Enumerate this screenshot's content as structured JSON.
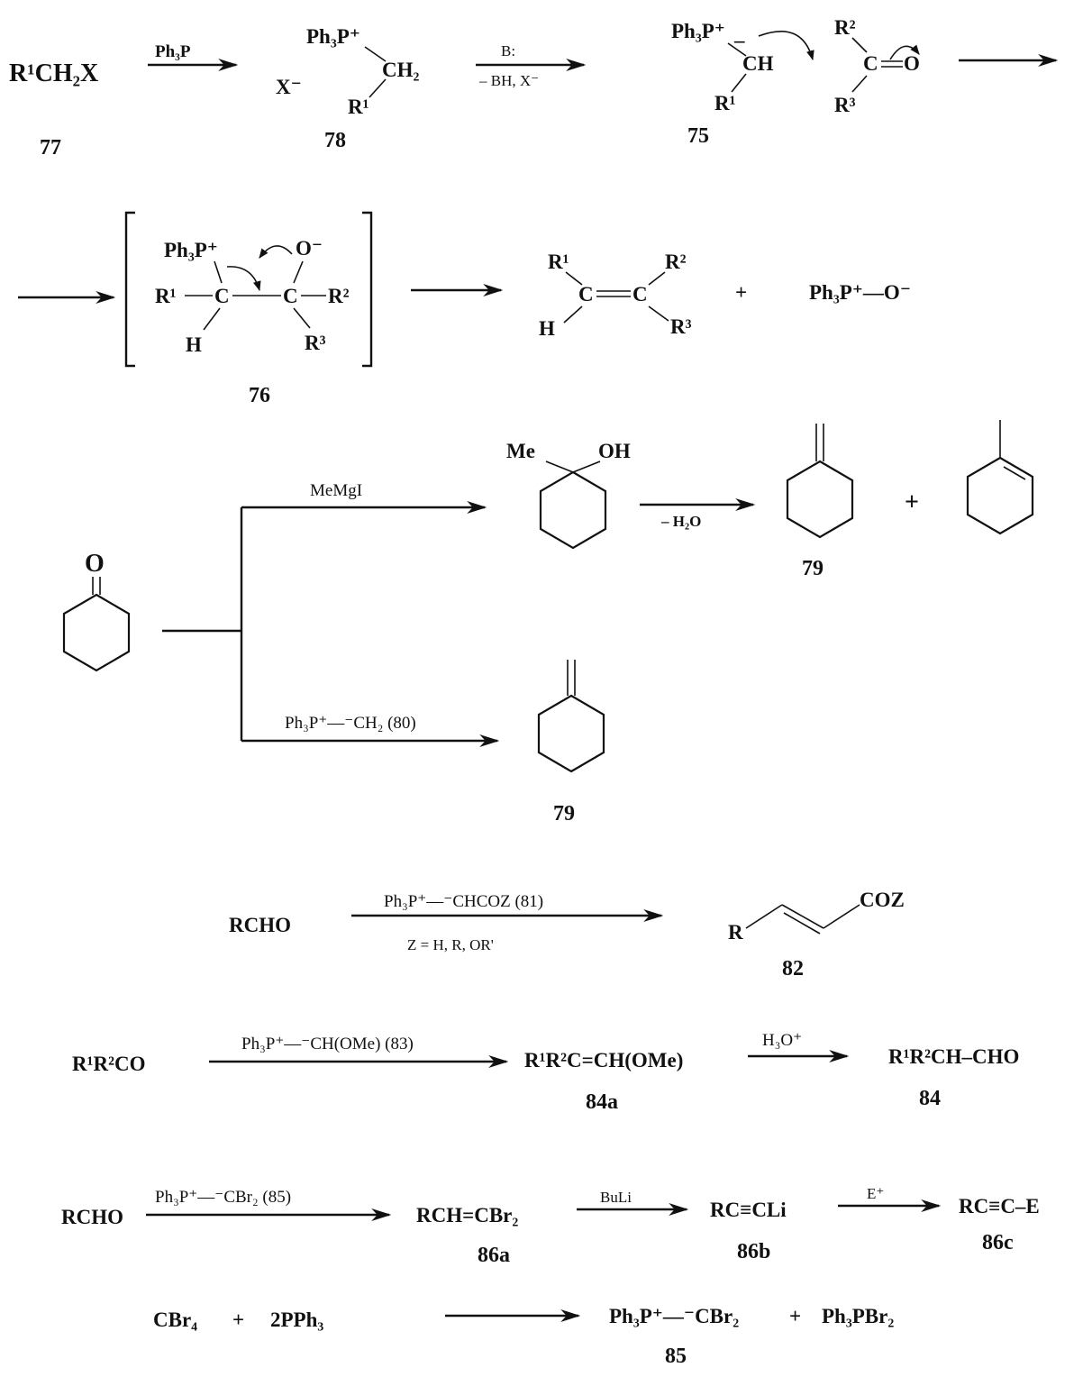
{
  "row1": {
    "sm": "R¹CH₂X",
    "sm_no": "77",
    "reagent1": "Ph₃P",
    "salt_cation": "Ph₃P⁺",
    "salt_ch2": "CH₂",
    "salt_anion": "X⁻",
    "salt_r": "R¹",
    "salt_no": "78",
    "base_top": "B:",
    "base_bottom": "– BH, X⁻",
    "ylide_p": "Ph₃P⁺",
    "ylide_minus": "–",
    "ylide_ch": "CH",
    "ylide_r": "R¹",
    "ylide_no": "75",
    "carbonyl_r2": "R²",
    "carbonyl_c": "C",
    "carbonyl_o": "O",
    "carbonyl_r3": "R³"
  },
  "row2": {
    "betaine_p": "Ph₃P⁺",
    "betaine_o": "O⁻",
    "betaine_r1": "R¹",
    "betaine_c1": "C",
    "betaine_c2": "C",
    "betaine_r2": "R²",
    "betaine_h": "H",
    "betaine_r3": "R³",
    "betaine_no": "76",
    "alkene_r1": "R¹",
    "alkene_c1": "C",
    "alkene_c2": "C",
    "alkene_r2": "R²",
    "alkene_h": "H",
    "alkene_r3": "R³",
    "plus": "+",
    "oxide": "Ph₃P⁺—O⁻"
  },
  "row3": {
    "ketone_o": "O",
    "grignard": "MeMgI",
    "alcohol_me": "Me",
    "alcohol_oh": "OH",
    "dehydration": "– H₂O",
    "plus": "+",
    "product_no": "79",
    "wittig_reagent": "Ph₃P⁺—⁻CH₂  (80)",
    "product2_no": "79"
  },
  "row4": {
    "sm": "RCHO",
    "reagent_top": "Ph₃P⁺—⁻CHCOZ (81)",
    "reagent_bottom": "Z = H, R, OR'",
    "product_r": "R",
    "product_coz": "COZ",
    "product_no": "82"
  },
  "row5": {
    "sm": "R¹R²CO",
    "reagent": "Ph₃P⁺—⁻CH(OMe) (83)",
    "intermediate": "R¹R²C=CH(OMe)",
    "intermediate_no": "84a",
    "hydrolysis": "H₃O⁺",
    "product": "R¹R²CH–CHO",
    "product_no": "84"
  },
  "row6": {
    "sm": "RCHO",
    "reagent": "Ph₃P⁺—⁻CBr₂  (85)",
    "p1": "RCH=CBr₂",
    "p1_no": "86a",
    "buli": "BuLi",
    "p2": "RC≡CLi",
    "p2_no": "86b",
    "electrophile": "E⁺",
    "p3": "RC≡C–E",
    "p3_no": "86c"
  },
  "row7": {
    "cbr4": "CBr₄",
    "plus1": "+",
    "pph3": "2PPh₃",
    "ylide": "Ph₃P⁺—⁻CBr₂",
    "plus2": "+",
    "ph3pbr2": "Ph₃PBr₂",
    "ylide_no": "85"
  }
}
